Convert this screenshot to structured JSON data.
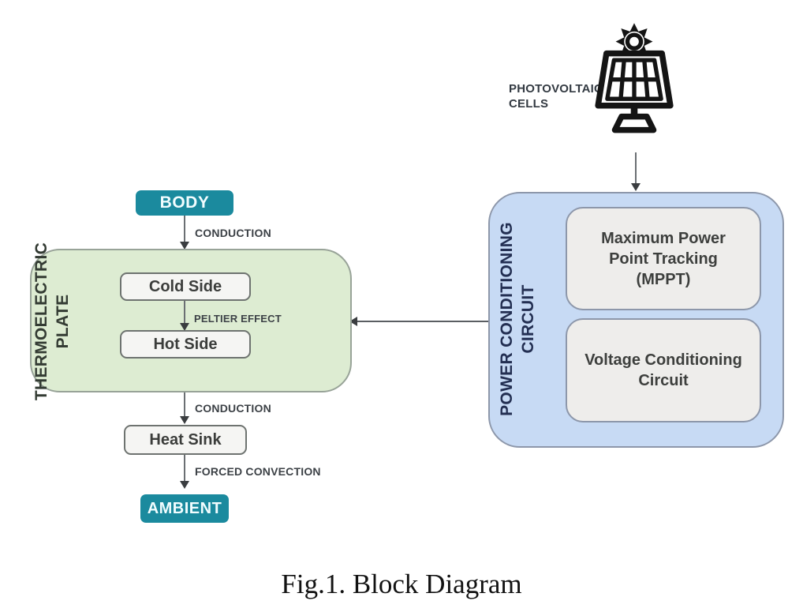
{
  "figure": {
    "caption": "Fig.1. Block Diagram"
  },
  "colors": {
    "teal": "#1b8a9e",
    "green_fill": "#ddecd2",
    "blue_fill": "#c7daf4",
    "inner_gray_fill": "#eeedeb",
    "white_box_fill": "#f5f5f3",
    "arrow": "#3a3d40"
  },
  "left_chain": {
    "body_label": "BODY",
    "conduction_top_label": "CONDUCTION",
    "thermoelectric_plate": {
      "title_line1": "THERMOELECTRIC",
      "title_line2": "PLATE",
      "cold_side_label": "Cold Side",
      "peltier_effect_label": "PELTIER EFFECT",
      "hot_side_label": "Hot Side"
    },
    "conduction_bottom_label": "CONDUCTION",
    "heat_sink_label": "Heat Sink",
    "forced_convection_label": "FORCED CONVECTION",
    "ambient_label": "AMBIENT"
  },
  "right_chain": {
    "photovoltaic_label_line1": "PHOTOVOLTAIC",
    "photovoltaic_label_line2": "CELLS",
    "power_conditioning_circuit": {
      "title_line1": "POWER CONDITIONING",
      "title_line2": "CIRCUIT",
      "mppt_label": "Maximum Power Point Tracking (MPPT)",
      "voltage_conditioning_label": "Voltage Conditioning Circuit"
    }
  }
}
